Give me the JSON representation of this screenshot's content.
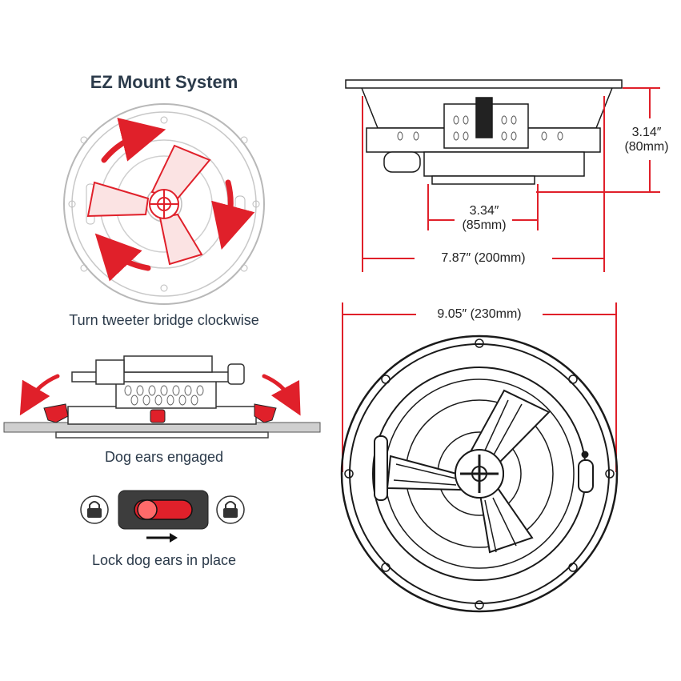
{
  "title": "EZ Mount System",
  "captions": {
    "turn": "Turn tweeter bridge clockwise",
    "dog_ears": "Dog ears engaged",
    "lock": "Lock dog ears in place"
  },
  "dimensions": {
    "height_in": "3.14″",
    "height_mm": "(80mm)",
    "magnet_in": "3.34″",
    "magnet_mm": "(85mm)",
    "cutout": "7.87″ (200mm)",
    "overall": "9.05″ (230mm)"
  },
  "icons": [
    "lock-icon",
    "slider-switch-icon",
    "rotation-arrow-icon",
    "outward-arrow-icon"
  ],
  "colors": {
    "accent": "#e0202a",
    "outline": "#1a1a1a",
    "text": "#2b3a4a",
    "switch_body": "#3d3d3d"
  }
}
